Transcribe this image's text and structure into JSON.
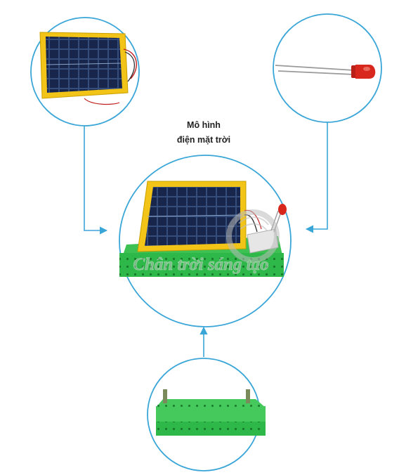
{
  "title": {
    "line1": "Mô hình",
    "line2": "điện mặt trời"
  },
  "watermark": "Chân trời sáng tạo",
  "components": [
    {
      "name": "solar-panel",
      "position": "top-left"
    },
    {
      "name": "led",
      "position": "top-right"
    },
    {
      "name": "green-base-frame",
      "position": "bottom"
    },
    {
      "name": "assembled-solar-model",
      "position": "center"
    }
  ],
  "colors": {
    "circle_stroke": "#3aa6d8",
    "panel_frame": "#f2c418",
    "panel_cells": "#17264a",
    "base_green": "#2fb84a",
    "led_red": "#d8281e",
    "watermark": "#bcbcbc"
  }
}
